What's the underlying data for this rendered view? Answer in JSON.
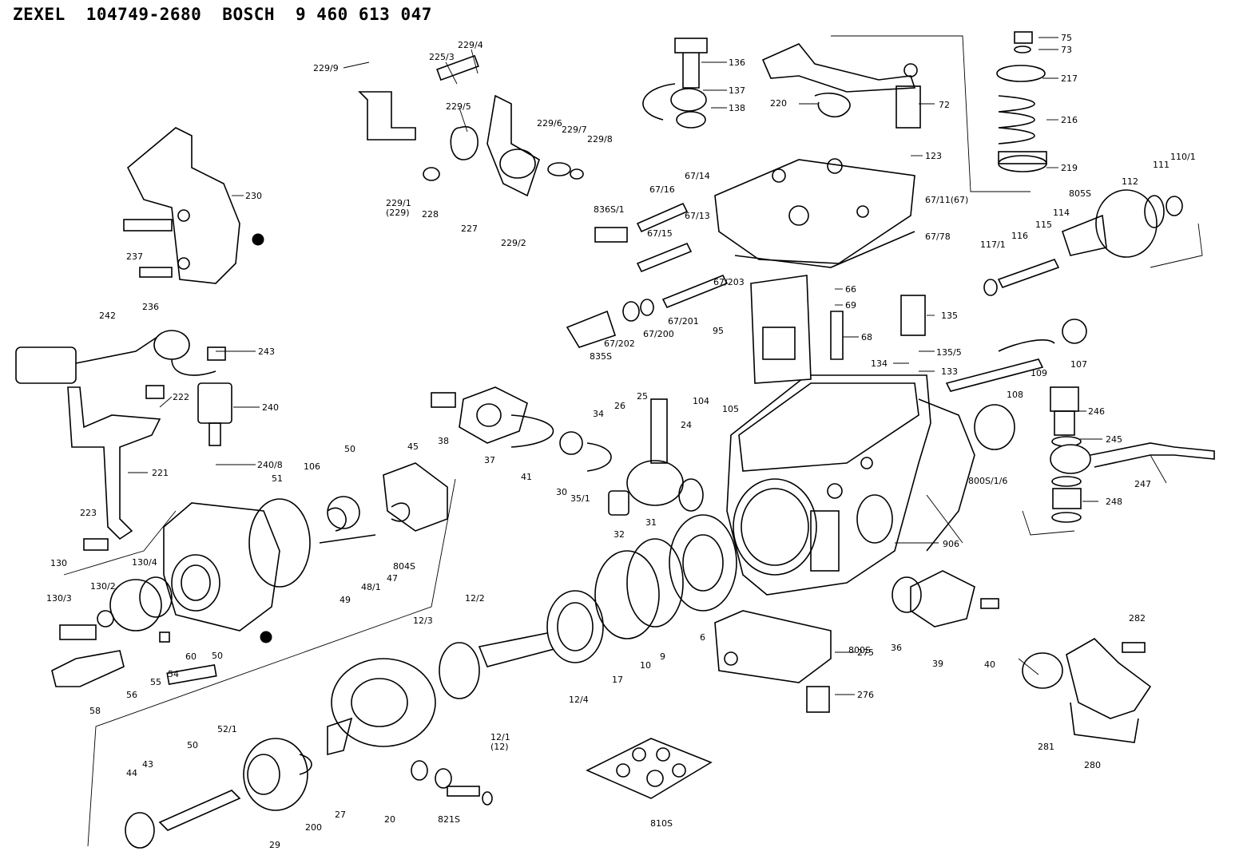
{
  "header": {
    "maker": "ZEXEL",
    "zexel_number": "104749-2680",
    "brand": "BOSCH",
    "bosch_number": "9 460 613 047"
  },
  "callouts": [
    {
      "id": "c1",
      "text": "229/9"
    },
    {
      "id": "c2",
      "text": "225/3"
    },
    {
      "id": "c3",
      "text": "229/4"
    },
    {
      "id": "c4",
      "text": "229/5"
    },
    {
      "id": "c5",
      "text": "229/6"
    },
    {
      "id": "c6",
      "text": "229/7"
    },
    {
      "id": "c7",
      "text": "229/8"
    },
    {
      "id": "c8",
      "text": "229/1"
    },
    {
      "id": "c9",
      "text": "(229)"
    },
    {
      "id": "c10",
      "text": "228"
    },
    {
      "id": "c11",
      "text": "227"
    },
    {
      "id": "c12",
      "text": "229/2"
    },
    {
      "id": "c13",
      "text": "230"
    },
    {
      "id": "c14",
      "text": "237"
    },
    {
      "id": "c15",
      "text": "236"
    },
    {
      "id": "c16",
      "text": "136"
    },
    {
      "id": "c17",
      "text": "137"
    },
    {
      "id": "c18",
      "text": "138"
    },
    {
      "id": "c19",
      "text": "220"
    },
    {
      "id": "c20",
      "text": "72"
    },
    {
      "id": "c21",
      "text": "75"
    },
    {
      "id": "c22",
      "text": "73"
    },
    {
      "id": "c23",
      "text": "217"
    },
    {
      "id": "c24",
      "text": "216"
    },
    {
      "id": "c25",
      "text": "219"
    },
    {
      "id": "c26",
      "text": "123"
    },
    {
      "id": "c27",
      "text": "67/14"
    },
    {
      "id": "c28",
      "text": "67/16"
    },
    {
      "id": "c29",
      "text": "67/13"
    },
    {
      "id": "c30",
      "text": "836S/1"
    },
    {
      "id": "c31",
      "text": "67/15"
    },
    {
      "id": "c32",
      "text": "67/11(67)"
    },
    {
      "id": "c33",
      "text": "67/78"
    },
    {
      "id": "c34",
      "text": "112"
    },
    {
      "id": "c35",
      "text": "111"
    },
    {
      "id": "c36",
      "text": "110/1"
    },
    {
      "id": "c37",
      "text": "805S"
    },
    {
      "id": "c38",
      "text": "114"
    },
    {
      "id": "c39",
      "text": "115"
    },
    {
      "id": "c40",
      "text": "116"
    },
    {
      "id": "c41",
      "text": "117/1"
    },
    {
      "id": "c42",
      "text": "66"
    },
    {
      "id": "c43",
      "text": "69"
    },
    {
      "id": "c44",
      "text": "67/203"
    },
    {
      "id": "c45",
      "text": "67/201"
    },
    {
      "id": "c46",
      "text": "67/200"
    },
    {
      "id": "c47",
      "text": "67/202"
    },
    {
      "id": "c48",
      "text": "835S"
    },
    {
      "id": "c49",
      "text": "95"
    },
    {
      "id": "c50",
      "text": "68"
    },
    {
      "id": "c51",
      "text": "135"
    },
    {
      "id": "c52",
      "text": "135/5"
    },
    {
      "id": "c53",
      "text": "134"
    },
    {
      "id": "c54",
      "text": "133"
    },
    {
      "id": "c55",
      "text": "107"
    },
    {
      "id": "c56",
      "text": "109"
    },
    {
      "id": "c57",
      "text": "108"
    },
    {
      "id": "c58",
      "text": "242"
    },
    {
      "id": "c59",
      "text": "243"
    },
    {
      "id": "c60",
      "text": "222"
    },
    {
      "id": "c61",
      "text": "240"
    },
    {
      "id": "c62",
      "text": "221"
    },
    {
      "id": "c63",
      "text": "240/8"
    },
    {
      "id": "c64",
      "text": "106"
    },
    {
      "id": "c65",
      "text": "50"
    },
    {
      "id": "c66",
      "text": "51"
    },
    {
      "id": "c67",
      "text": "45"
    },
    {
      "id": "c68",
      "text": "38"
    },
    {
      "id": "c69",
      "text": "37"
    },
    {
      "id": "c70",
      "text": "41"
    },
    {
      "id": "c71",
      "text": "30"
    },
    {
      "id": "c72",
      "text": "35/1"
    },
    {
      "id": "c73",
      "text": "34"
    },
    {
      "id": "c74",
      "text": "26"
    },
    {
      "id": "c75",
      "text": "25"
    },
    {
      "id": "c76",
      "text": "24"
    },
    {
      "id": "c77",
      "text": "104"
    },
    {
      "id": "c78",
      "text": "105"
    },
    {
      "id": "c79",
      "text": "800S/1/6"
    },
    {
      "id": "c80",
      "text": "246"
    },
    {
      "id": "c81",
      "text": "245"
    },
    {
      "id": "c82",
      "text": "247"
    },
    {
      "id": "c83",
      "text": "248"
    },
    {
      "id": "c84",
      "text": "223"
    },
    {
      "id": "c85",
      "text": "130"
    },
    {
      "id": "c86",
      "text": "130/4"
    },
    {
      "id": "c87",
      "text": "130/2"
    },
    {
      "id": "c88",
      "text": "130/3"
    },
    {
      "id": "c89",
      "text": "49"
    },
    {
      "id": "c90",
      "text": "48/1"
    },
    {
      "id": "c91",
      "text": "47"
    },
    {
      "id": "c92",
      "text": "804S"
    },
    {
      "id": "c93",
      "text": "32"
    },
    {
      "id": "c94",
      "text": "31"
    },
    {
      "id": "c95",
      "text": "906"
    },
    {
      "id": "c96",
      "text": "50"
    },
    {
      "id": "c97",
      "text": "60"
    },
    {
      "id": "c98",
      "text": "54"
    },
    {
      "id": "c99",
      "text": "55"
    },
    {
      "id": "c100",
      "text": "56"
    },
    {
      "id": "c101",
      "text": "58"
    },
    {
      "id": "c102",
      "text": "12/2"
    },
    {
      "id": "c103",
      "text": "12/3"
    },
    {
      "id": "c104",
      "text": "6"
    },
    {
      "id": "c105",
      "text": "800S"
    },
    {
      "id": "c106",
      "text": "36"
    },
    {
      "id": "c107",
      "text": "39"
    },
    {
      "id": "c108",
      "text": "40"
    },
    {
      "id": "c109",
      "text": "275"
    },
    {
      "id": "c110",
      "text": "276"
    },
    {
      "id": "c111",
      "text": "10"
    },
    {
      "id": "c112",
      "text": "9"
    },
    {
      "id": "c113",
      "text": "17"
    },
    {
      "id": "c114",
      "text": "12/4"
    },
    {
      "id": "c115",
      "text": "12/1"
    },
    {
      "id": "c116",
      "text": "(12)"
    },
    {
      "id": "c117",
      "text": "282"
    },
    {
      "id": "c118",
      "text": "281"
    },
    {
      "id": "c119",
      "text": "280"
    },
    {
      "id": "c120",
      "text": "52/1"
    },
    {
      "id": "c121",
      "text": "50"
    },
    {
      "id": "c122",
      "text": "44"
    },
    {
      "id": "c123",
      "text": "43"
    },
    {
      "id": "c124",
      "text": "29"
    },
    {
      "id": "c125",
      "text": "200"
    },
    {
      "id": "c126",
      "text": "27"
    },
    {
      "id": "c127",
      "text": "20"
    },
    {
      "id": "c128",
      "text": "821S"
    },
    {
      "id": "c129",
      "text": "810S"
    }
  ]
}
